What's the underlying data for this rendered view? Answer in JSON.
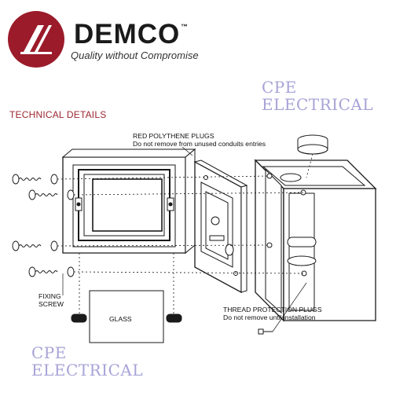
{
  "brand": {
    "name": "DEMCO",
    "trademark": "™",
    "tagline": "Quality without Compromise",
    "logo_color": "#9b1b2a"
  },
  "watermark_top": {
    "line1": "CPE",
    "line2": "ELECTRICAL"
  },
  "watermark_bottom": {
    "line1": "CPE",
    "line2": "ELECTRICAL"
  },
  "section_title": "TECHNICAL DETAILS",
  "callouts": {
    "plugs_title": "RED POLYTHENE PLUGS",
    "plugs_note": "Do not remove from unused conduits entries",
    "fixing_line1": "FIXING",
    "fixing_line2": "SCREW",
    "glass": "GLASS",
    "thread_title": "THREAD PROTECTION PLUGS",
    "thread_note": "Do not remove until installation"
  },
  "colors": {
    "title_red": "#9b2630",
    "watermark": "#a7a3d6",
    "line": "#1a1a1a"
  }
}
